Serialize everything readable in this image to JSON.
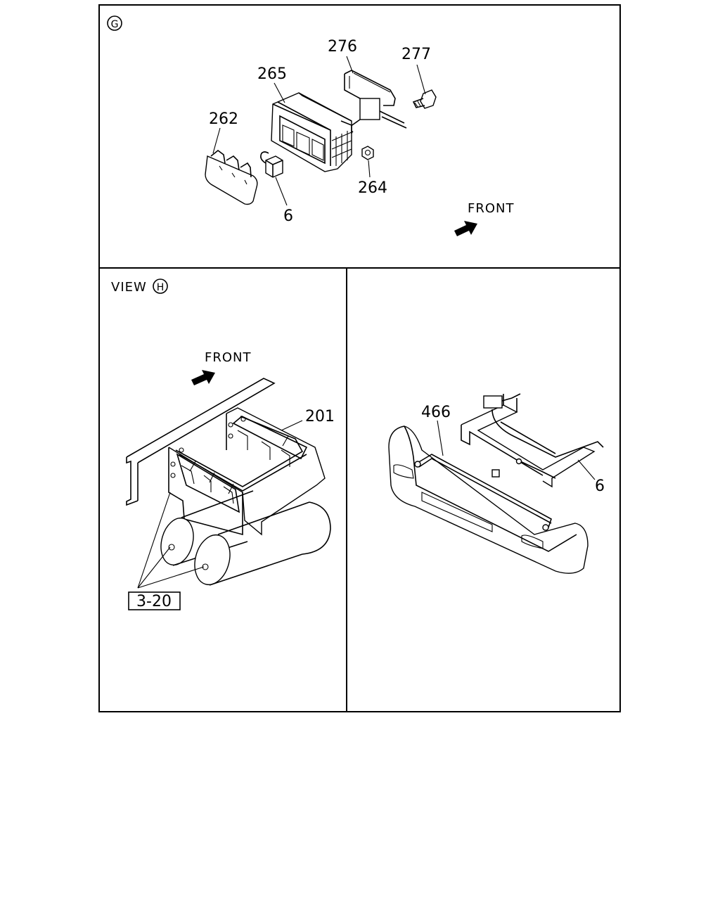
{
  "panel_g": {
    "view_marker": "G",
    "callouts": [
      "276",
      "277",
      "265",
      "262",
      "264",
      "6"
    ],
    "front_label": "FRONT"
  },
  "panel_h": {
    "view_label": "VIEW",
    "view_marker": "H",
    "front_label": "FRONT",
    "callouts": [
      "201"
    ],
    "ref_box": "3-20"
  },
  "panel_bumper": {
    "callouts": [
      "466",
      "6"
    ]
  }
}
